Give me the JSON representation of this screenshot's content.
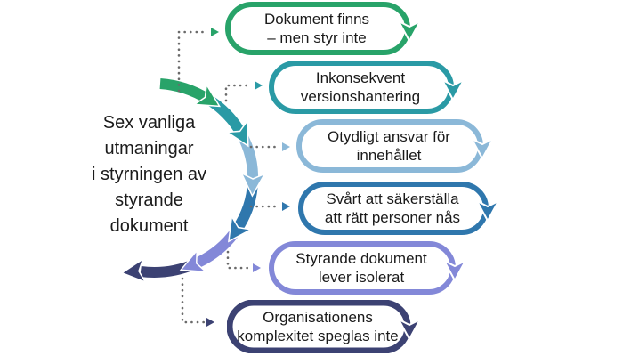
{
  "title": {
    "lines": [
      "Sex vanliga",
      "utmaningar",
      "i styrningen av",
      "styrande",
      "dokument"
    ]
  },
  "challenges": [
    {
      "line1": "Dokument finns",
      "line2": "– men styr inte",
      "color": "#28a369"
    },
    {
      "line1": "Inkonsekvent",
      "line2": "versionshantering",
      "color": "#2a9aa5"
    },
    {
      "line1": "Otydligt ansvar för",
      "line2": "innehållet",
      "color": "#8bb8d8"
    },
    {
      "line1": "Svårt att säkerställa",
      "line2": "att rätt personer nås",
      "color": "#2f77ad"
    },
    {
      "line1": "Styrande dokument",
      "line2": "lever isolerat",
      "color": "#8388d8"
    },
    {
      "line1": "Organisationens",
      "line2": "komplexitet speglas inte",
      "color": "#3c4273"
    }
  ],
  "colors": {
    "background": "#ffffff",
    "text": "#1a1a1a",
    "dotted_connector": "#6a6a6a"
  }
}
